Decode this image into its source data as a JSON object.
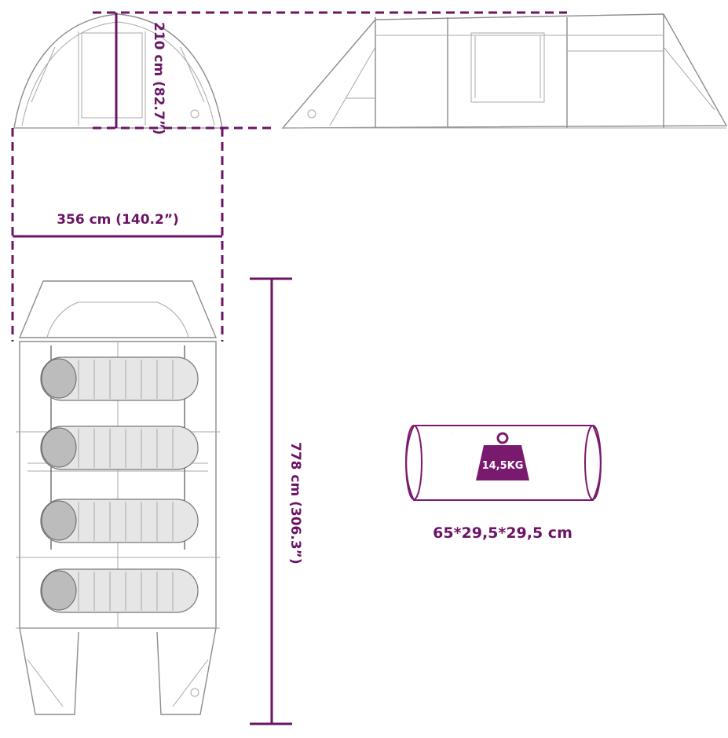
{
  "dimensions": {
    "height_label": "210 cm (82.7”)",
    "width_label": "356 cm (140.2”)",
    "length_label": "778 cm (306.3”)"
  },
  "bag": {
    "weight_label": "14,5KG",
    "size_label": "65*29,5*29,5 cm"
  },
  "colors": {
    "accent": "#6b1466",
    "bag": "#7a1a6e",
    "outline": "#8c8c8c"
  }
}
